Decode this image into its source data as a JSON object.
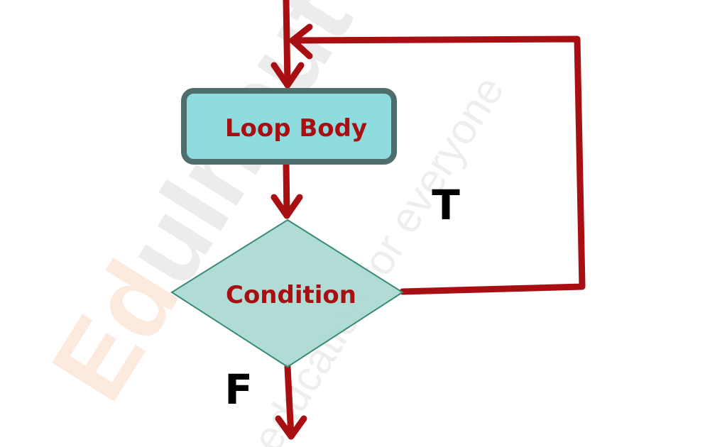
{
  "nodes": {
    "loop_body": "Loop Body",
    "condition": "Condition"
  },
  "edge_labels": {
    "true_label": "T",
    "false_label": "F"
  },
  "watermark": {
    "brand": "EduInput",
    "tagline": "education for everyone"
  },
  "colors": {
    "arrow": "#a80f12",
    "box_fill": "#8fdcdf",
    "box_stroke": "#4e6e6e",
    "diamond_fill": "#a8d8d0",
    "diamond_stroke": "#3a8a78",
    "node_text": "#a80f12"
  }
}
